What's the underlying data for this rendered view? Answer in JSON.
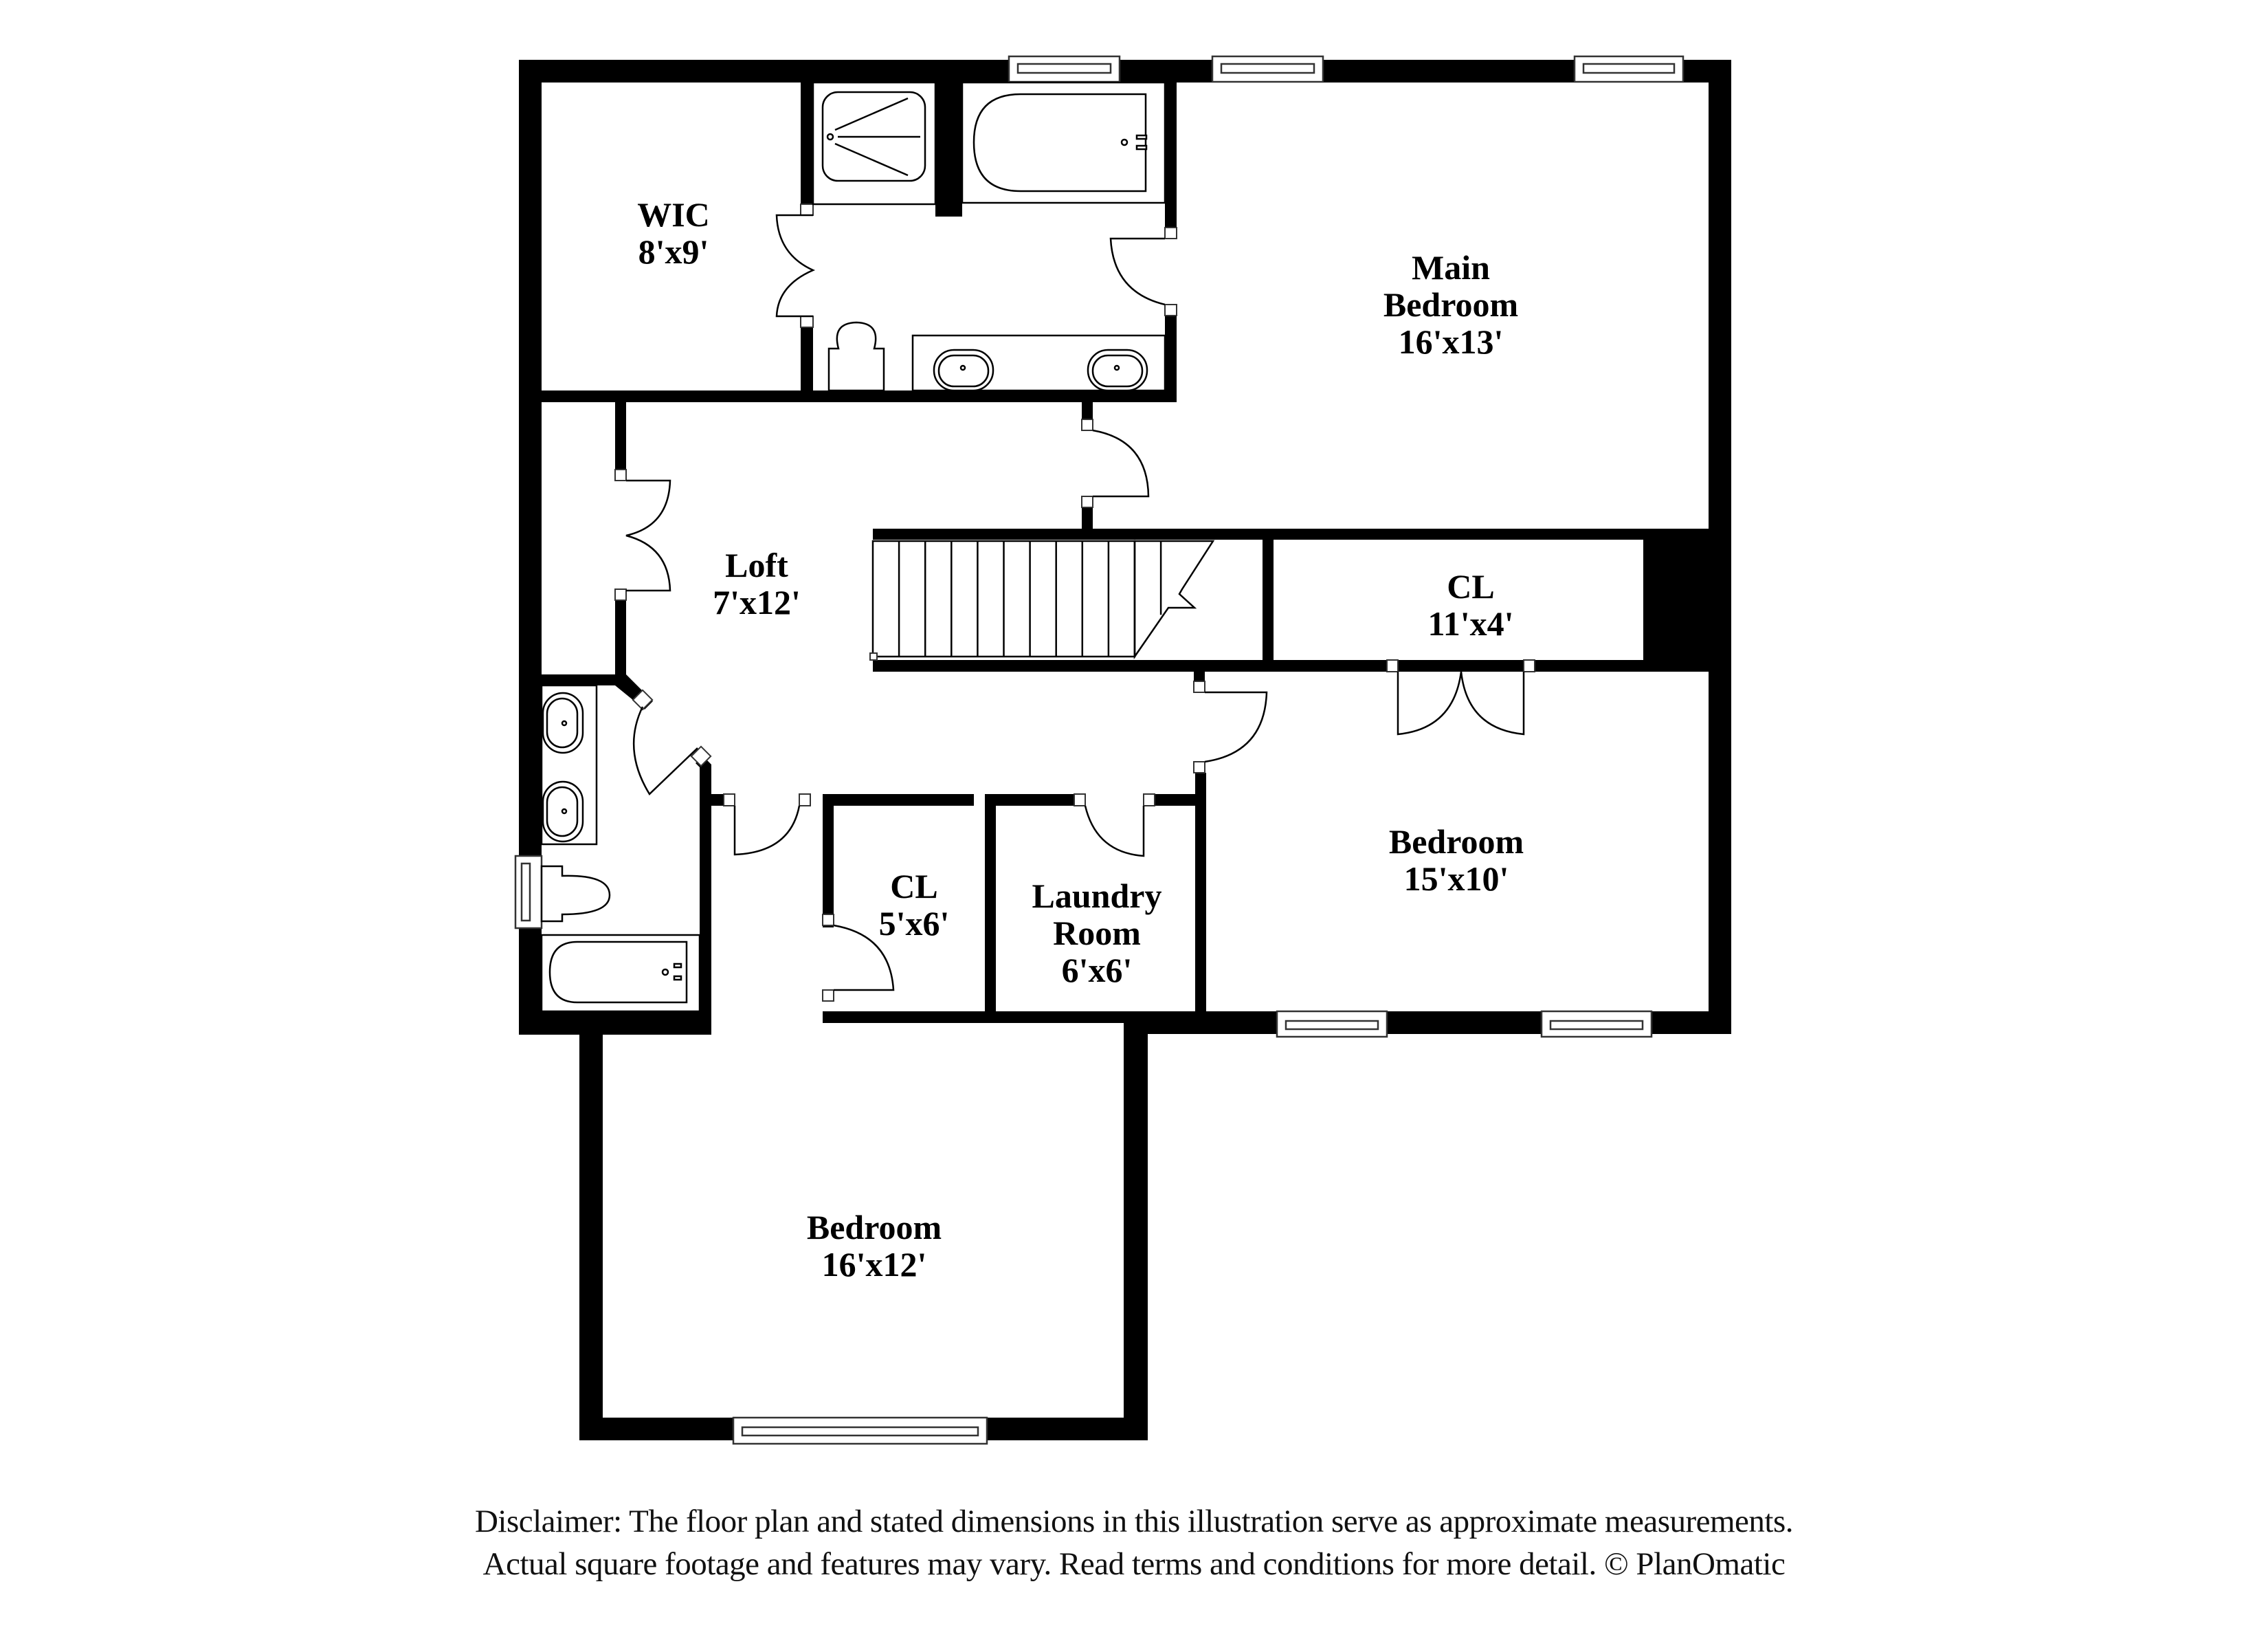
{
  "floorplan": {
    "rooms": [
      {
        "id": "wic",
        "name": "WIC",
        "dims": "8'x9'"
      },
      {
        "id": "main-bedroom",
        "name_line1": "Main",
        "name_line2": "Bedroom",
        "dims": "16'x13'"
      },
      {
        "id": "loft",
        "name": "Loft",
        "dims": "7'x12'"
      },
      {
        "id": "closet-large",
        "name": "CL",
        "dims": "11'x4'"
      },
      {
        "id": "bedroom-2",
        "name": "Bedroom",
        "dims": "15'x10'"
      },
      {
        "id": "closet-small",
        "name": "CL",
        "dims": "5'x6'"
      },
      {
        "id": "laundry",
        "name_line1": "Laundry",
        "name_line2": "Room",
        "dims": "6'x6'"
      },
      {
        "id": "bedroom-3",
        "name": "Bedroom",
        "dims": "16'x12'"
      }
    ],
    "fixtures": [
      "shower-icon",
      "bathtub-icon",
      "toilet-icon",
      "sink-icon",
      "stairs-icon",
      "window-icon",
      "door-swing-icon"
    ],
    "stair_treads": 12,
    "colors": {
      "wall": "#000000",
      "background": "#ffffff",
      "fixture_line": "#000000"
    }
  },
  "disclaimer": {
    "line1": "Disclaimer: The floor plan and stated dimensions in this illustration serve as approximate measurements.",
    "line2": "Actual square footage and features may vary. Read terms and conditions for more detail. © PlanOmatic"
  }
}
